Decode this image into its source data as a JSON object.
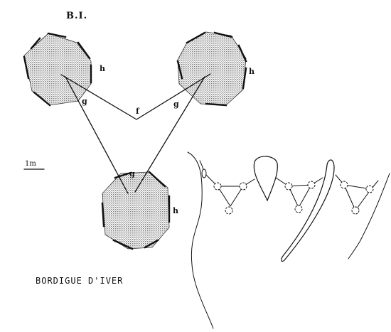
{
  "figure": {
    "title": "B.I.",
    "caption": "BORDIGUE D'IVER",
    "scale_label": "1m",
    "labels": {
      "h_left": "h",
      "h_right": "h",
      "h_bottom": "h",
      "g_left": "g",
      "g_right": "g",
      "g_bottom": "g",
      "f": "f"
    }
  },
  "colors": {
    "ink": "#111111",
    "stipple": "#6d6d6d",
    "paper": "#ffffff"
  }
}
